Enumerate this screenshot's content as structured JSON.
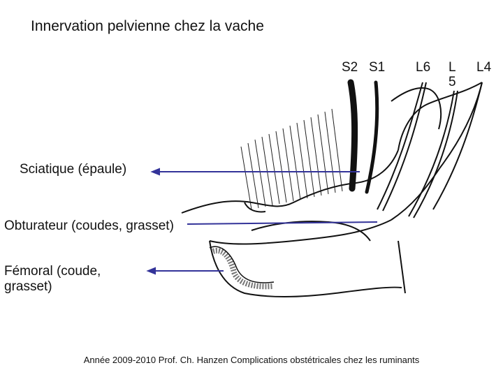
{
  "title": "Innervation pelvienne chez la vache",
  "nerve_roots": {
    "s2": "S2",
    "s1": "S1",
    "l6": "L6",
    "l5": "L 5",
    "l4": "L4"
  },
  "labels": {
    "sciatic": "Sciatique (épaule)",
    "obturator": "Obturateur (coudes, grasset)",
    "femoral": "Fémoral (coude, grasset)"
  },
  "footer": "Année 2009-2010 Prof. Ch. Hanzen Complications obstétricales chez les ruminants",
  "colors": {
    "arrow": "#333399",
    "ink": "#111111"
  }
}
